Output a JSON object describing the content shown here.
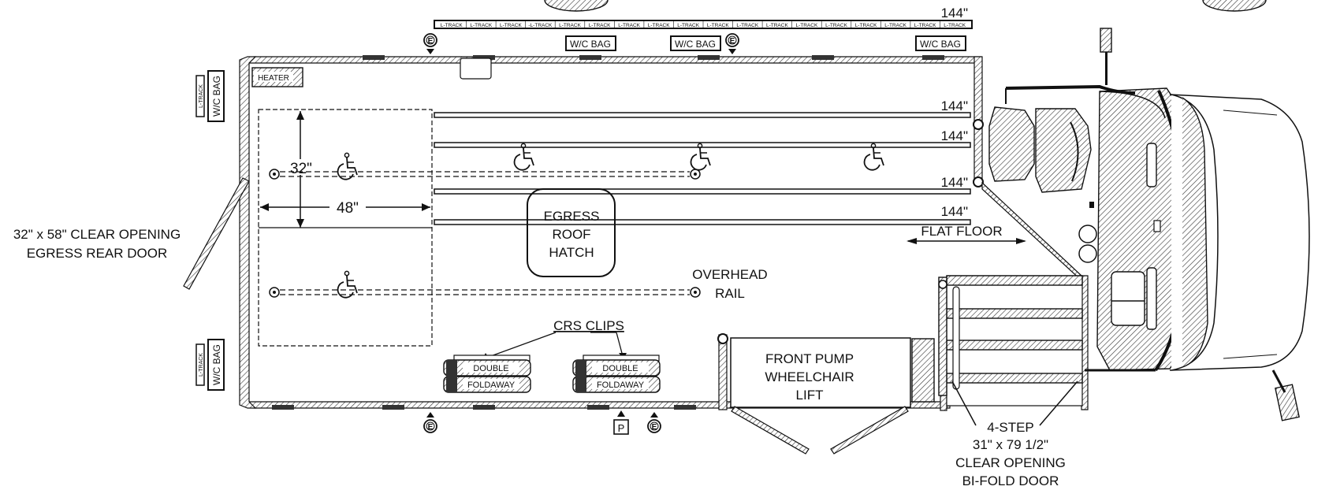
{
  "track": {
    "top_length": "144\"",
    "segment_label": "L-TRACK",
    "segment_label_alt": "-L-TRACK",
    "rows": [
      "144\"",
      "144\"",
      "144\"",
      "144\""
    ]
  },
  "bags": {
    "label": "W/C BAG",
    "side_label": "L-TRACK"
  },
  "heater": "HEATER",
  "rear_door": {
    "line1": "32\" x 58\" CLEAR OPENING",
    "line2": "EGRESS REAR DOOR"
  },
  "dims": {
    "depth": "32\"",
    "width": "48\""
  },
  "hatch": {
    "line1": "EGRESS",
    "line2": "ROOF",
    "line3": "HATCH"
  },
  "flat_floor": "FLAT FLOOR",
  "overhead_rail": {
    "line1": "OVERHEAD",
    "line2": "RAIL"
  },
  "crs": {
    "clips": "CRS CLIPS",
    "seat_line1": "DOUBLE",
    "seat_line2": "FOLDAWAY"
  },
  "lift": {
    "line1": "FRONT PUMP",
    "line2": "WHEELCHAIR",
    "line3": "LIFT"
  },
  "door": {
    "line1": "4-STEP",
    "line2": "31\" x 79 1/2\"",
    "line3": "CLEAR OPENING",
    "line4": "BI-FOLD DOOR"
  },
  "markers": {
    "egress": "E",
    "parking": "P"
  }
}
